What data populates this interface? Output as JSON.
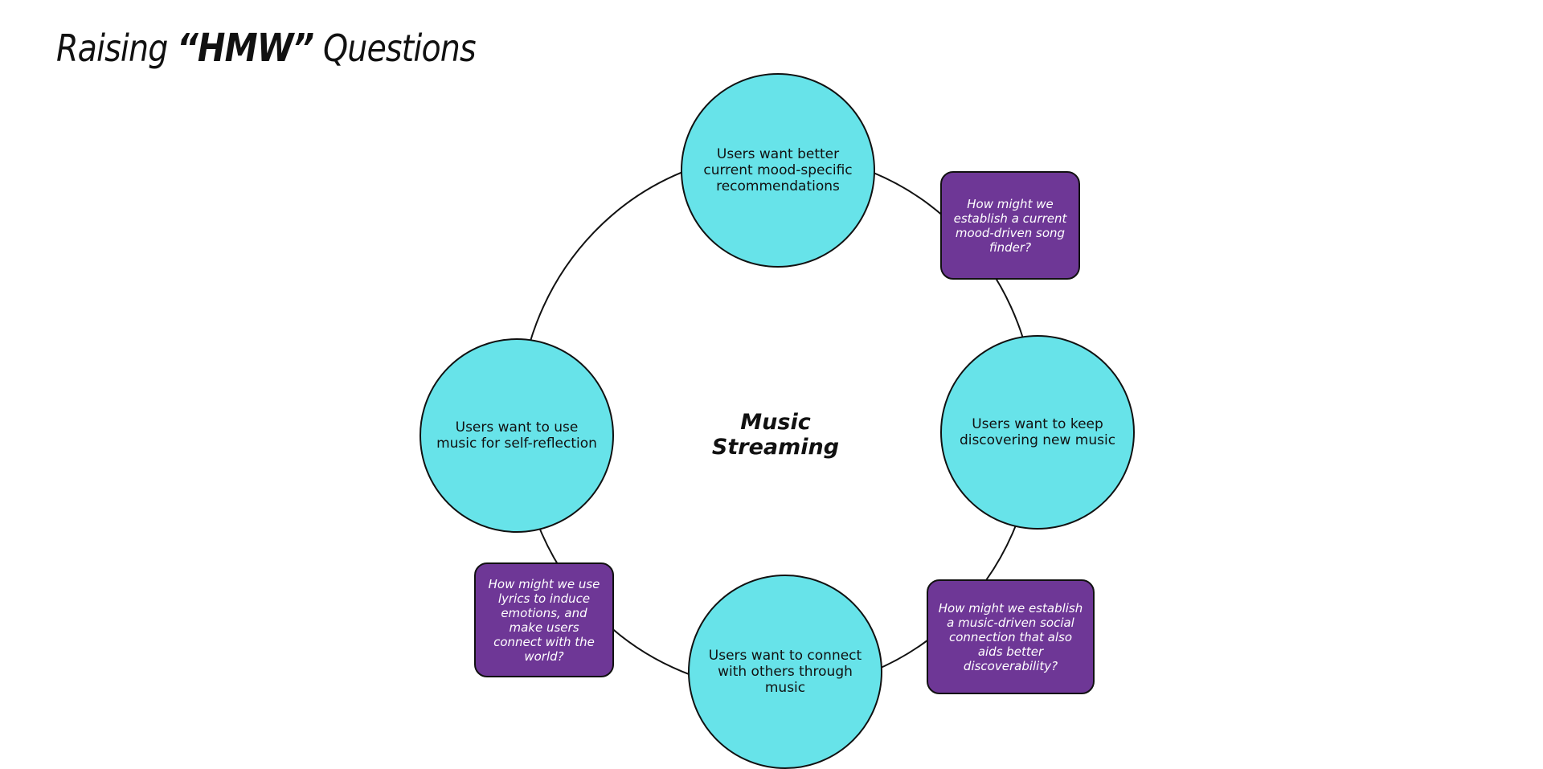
{
  "title": {
    "prefix": "Raising ",
    "emphasis": "“HMW”",
    "suffix": " Questions"
  },
  "center": {
    "line1": "Music",
    "line2": "Streaming"
  },
  "needs": [
    {
      "text": "Users want better current mood-specific recommendations"
    },
    {
      "text": "Users want to keep discovering new music"
    },
    {
      "text": "Users want to connect with others through music"
    },
    {
      "text": "Users want to use music for self-reflection"
    }
  ],
  "hmw_questions": [
    {
      "text": "How might we establish a current mood-driven song finder?"
    },
    {
      "text": "How might we establish a music-driven social connection that also aids better discoverability?"
    },
    {
      "text": "How might we use lyrics to induce emotions, and make users connect with the world?"
    }
  ],
  "colors": {
    "need_fill": "#67e3e9",
    "hmw_fill": "#6e3796",
    "outline": "#111111"
  }
}
